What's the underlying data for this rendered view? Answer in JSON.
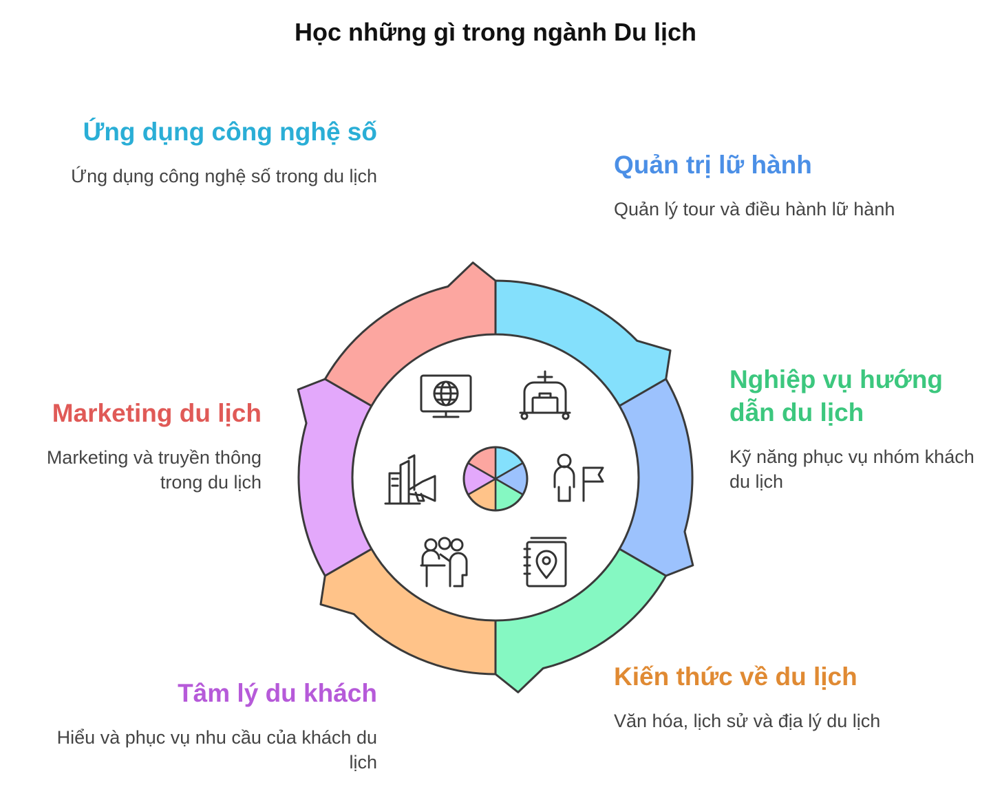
{
  "title": "Học những gì trong ngành Du lịch",
  "items": [
    {
      "key": "tech",
      "title": "Ứng dụng công nghệ số",
      "desc": "Ứng dụng công nghệ số trong du lịch",
      "color": "#2AAED6",
      "fill": "#84E0FC",
      "icon": "computer-globe-icon"
    },
    {
      "key": "tour",
      "title": "Quản trị lữ hành",
      "desc": "Quản lý tour và điều hành lữ hành",
      "color": "#4B8FE6",
      "fill": "#9CC2FD",
      "icon": "luggage-cart-icon"
    },
    {
      "key": "guide",
      "title": "Nghiệp vụ hướng dẫn du lịch",
      "desc": "Kỹ năng phục vụ nhóm khách du lịch",
      "color": "#3CC77E",
      "fill": "#85F8C2",
      "icon": "guide-flag-icon"
    },
    {
      "key": "knowledge",
      "title": "Kiến thức về du lịch",
      "desc": "Văn hóa, lịch sử và địa lý du lịch",
      "color": "#E08A33",
      "fill": "#FFC389",
      "icon": "map-book-icon"
    },
    {
      "key": "psych",
      "title": "Tâm lý du khách",
      "desc": "Hiểu và phục vụ nhu cầu của khách du lịch",
      "color": "#B65AD9",
      "fill": "#E3A8FB",
      "icon": "presenter-audience-icon"
    },
    {
      "key": "marketing",
      "title": "Marketing du lịch",
      "desc": "Marketing và truyền thông trong du lịch",
      "color": "#E05A57",
      "fill": "#FCA6A0",
      "icon": "megaphone-city-icon"
    }
  ]
}
